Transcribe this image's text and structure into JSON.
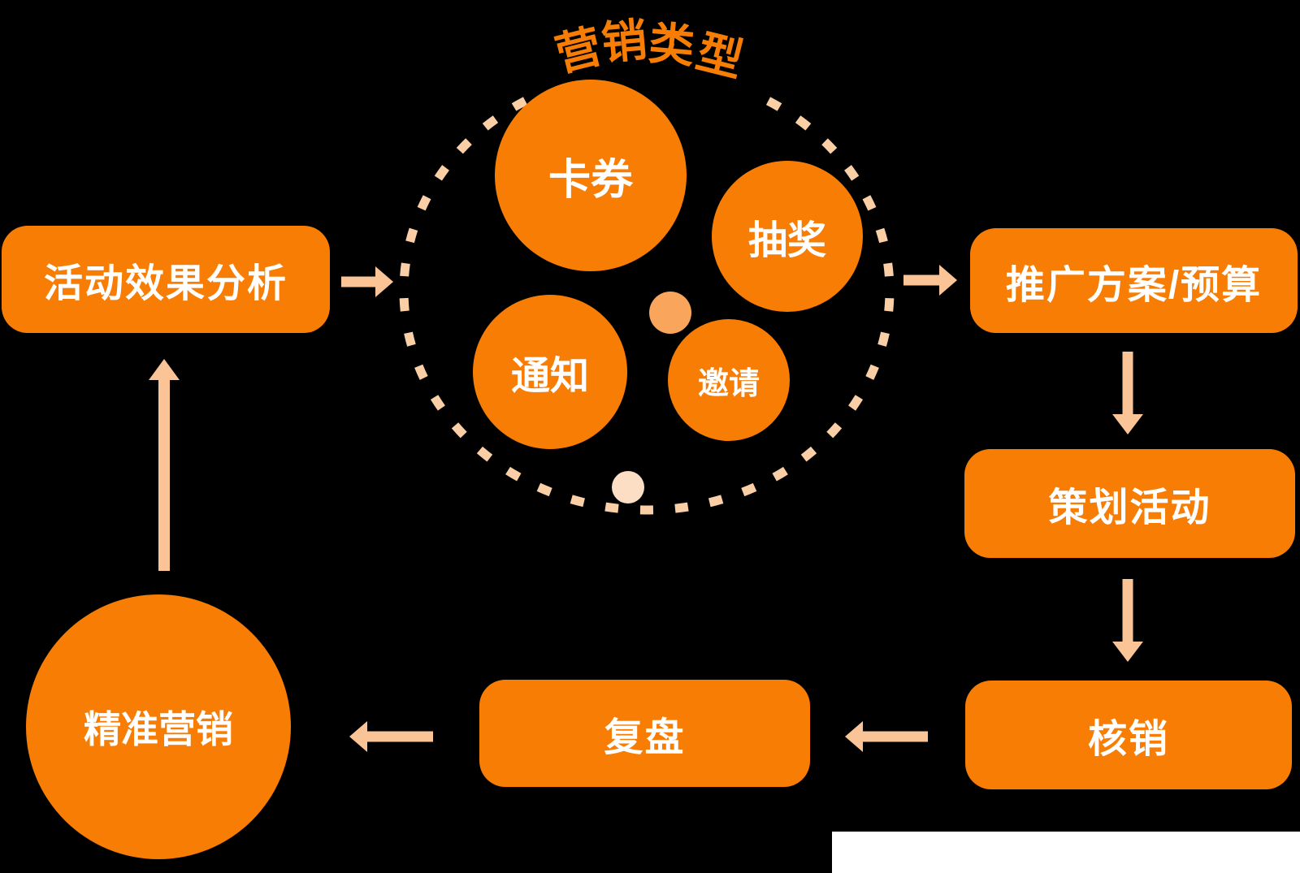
{
  "diagram": {
    "title": "营销类型",
    "title_chars": [
      "营",
      "销",
      "类",
      "型"
    ],
    "bubbles": [
      {
        "label": "卡券"
      },
      {
        "label": "抽奖"
      },
      {
        "label": "通知"
      },
      {
        "label": "邀请"
      }
    ],
    "nodes": {
      "effect_analysis": "活动效果分析",
      "promo_plan": "推广方案/预算",
      "plan_activity": "策划活动",
      "verification": "核销",
      "review": "复盘",
      "precision_marketing": "精准营销"
    }
  },
  "colors": {
    "orange": "#F87D05",
    "arrow": "#FAC496",
    "dash": "#FBCFA6",
    "dot-mid": "#FAA55C",
    "dot-light": "#FCDEC4",
    "bg": "#000000",
    "panel": "#FFFFFF",
    "text": "#FFFFFF"
  }
}
